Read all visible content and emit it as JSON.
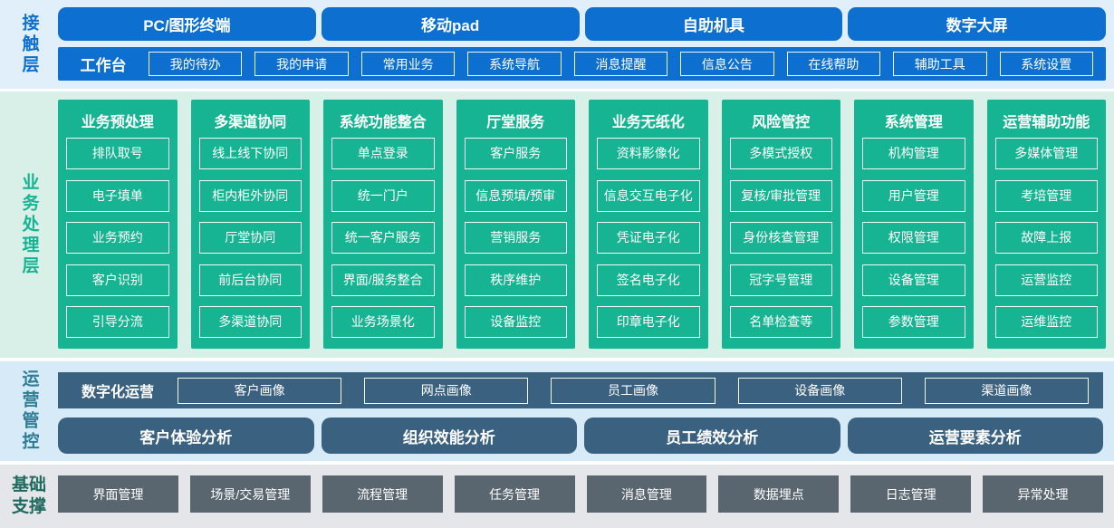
{
  "contact": {
    "label": "接触层",
    "terminals": [
      "PC/图形终端",
      "移动pad",
      "自助机具",
      "数字大屏"
    ],
    "workbench": {
      "label": "工作台",
      "items": [
        "我的待办",
        "我的申请",
        "常用业务",
        "系统导航",
        "消息提醒",
        "信息公告",
        "在线帮助",
        "辅助工具",
        "系统设置"
      ]
    }
  },
  "business": {
    "label": "业务处理层",
    "columns": [
      {
        "title": "业务预处理",
        "items": [
          "排队取号",
          "电子填单",
          "业务预约",
          "客户识别",
          "引导分流"
        ]
      },
      {
        "title": "多渠道协同",
        "items": [
          "线上线下协同",
          "柜内柜外协同",
          "厅堂协同",
          "前后台协同",
          "多渠道协同"
        ]
      },
      {
        "title": "系统功能整合",
        "items": [
          "单点登录",
          "统一门户",
          "统一客户服务",
          "界面/服务整合",
          "业务场景化"
        ]
      },
      {
        "title": "厅堂服务",
        "items": [
          "客户服务",
          "信息预填/预审",
          "营销服务",
          "秩序维护",
          "设备监控"
        ]
      },
      {
        "title": "业务无纸化",
        "items": [
          "资料影像化",
          "信息交互电子化",
          "凭证电子化",
          "签名电子化",
          "印章电子化"
        ]
      },
      {
        "title": "风险管控",
        "items": [
          "多模式授权",
          "复核/审批管理",
          "身份核查管理",
          "冠字号管理",
          "名单检查等"
        ]
      },
      {
        "title": "系统管理",
        "items": [
          "机构管理",
          "用户管理",
          "权限管理",
          "设备管理",
          "参数管理"
        ]
      },
      {
        "title": "运营辅助功能",
        "items": [
          "多媒体管理",
          "考培管理",
          "故障上报",
          "运营监控",
          "运维监控"
        ]
      }
    ]
  },
  "operations": {
    "label": "运营管控",
    "digital": {
      "label": "数字化运营",
      "items": [
        "客户画像",
        "网点画像",
        "员工画像",
        "设备画像",
        "渠道画像"
      ]
    },
    "analysis": [
      "客户体验分析",
      "组织效能分析",
      "员工绩效分析",
      "运营要素分析"
    ]
  },
  "foundation": {
    "label": "基础支撑",
    "items": [
      "界面管理",
      "场景/交易管理",
      "流程管理",
      "任务管理",
      "消息管理",
      "数据埋点",
      "日志管理",
      "异常处理"
    ]
  },
  "colors": {
    "primary_blue": "#0d70d0",
    "teal_green": "#17b493",
    "slate_blue": "#3b6180",
    "gray_button": "#5a666f",
    "contact_bg": "#e0effa",
    "business_bg": "#d9f0e9",
    "operations_bg": "#d6ebf7",
    "foundation_bg": "#e4e6e9"
  }
}
